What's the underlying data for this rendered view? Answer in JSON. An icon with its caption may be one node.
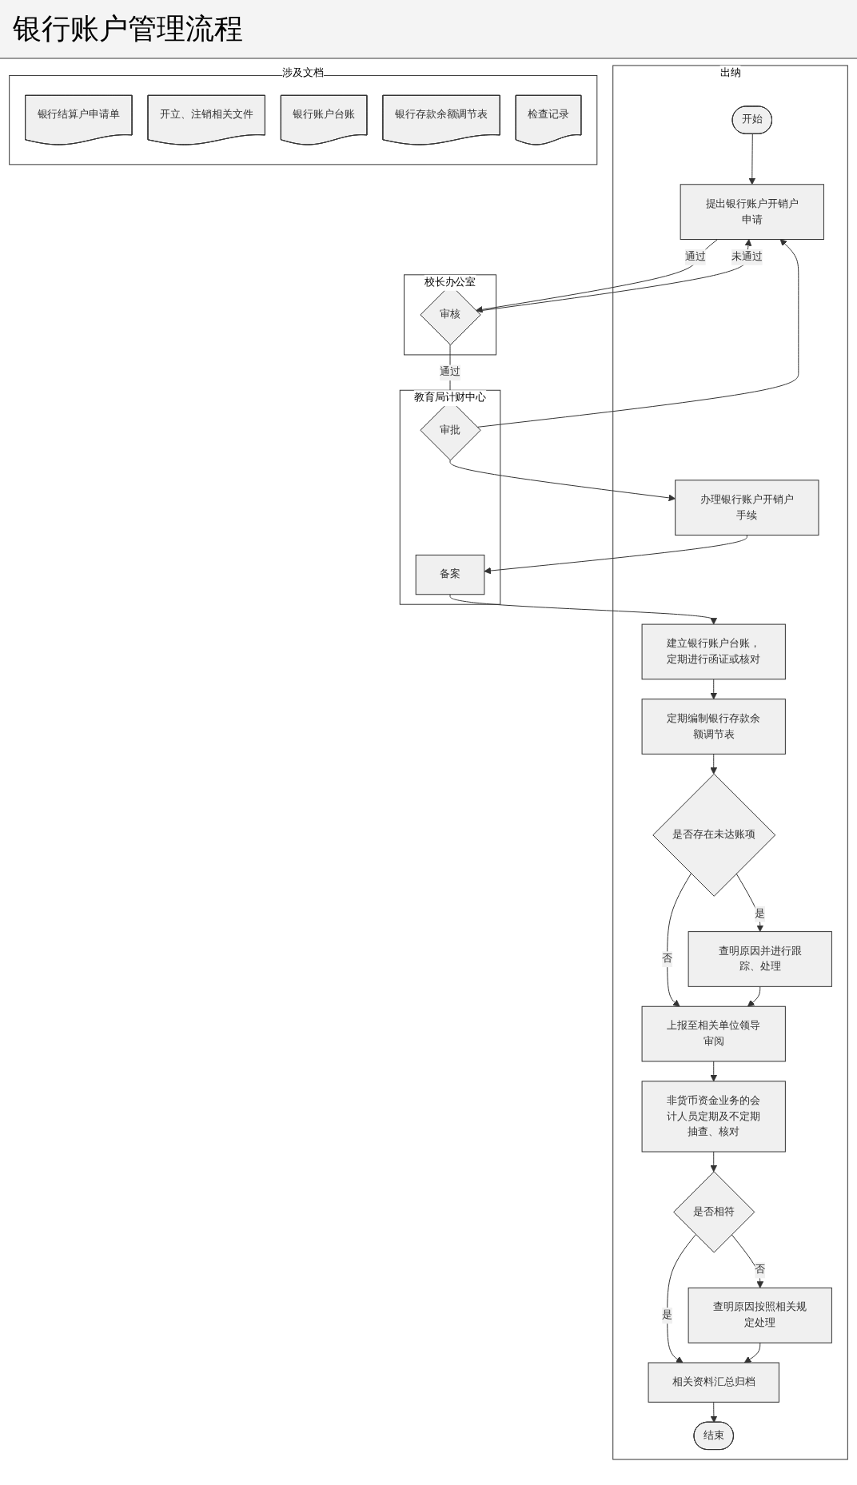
{
  "diagram": {
    "title": "银行账户管理流程",
    "nodes": [
      {
        "text": [
          "出纳"
        ]
      },
      {
        "text": [
          "校长办公室"
        ]
      },
      {
        "text": [
          "教育局计财中心"
        ]
      },
      {
        "text": [
          "涉及文档"
        ]
      },
      {
        "text": [
          "开始"
        ],
        "in": 0
      },
      {
        "text": [
          "提出银行账户开销户申请"
        ],
        "in": 0
      },
      {
        "text": [
          "审核"
        ],
        "in": 1
      },
      {
        "text": [
          "审批"
        ],
        "in": 2
      },
      {
        "text": [
          "办理银行账户开销户手续"
        ],
        "in": 0
      },
      {
        "text": [
          "备案"
        ],
        "in": 2
      },
      {
        "text": [
          "建立银行账户台账，定期进行函证或核对"
        ],
        "in": 0
      },
      {
        "text": [
          "定期编制银行存款余额调节表"
        ],
        "in": 0
      },
      {
        "text": [
          "是否存在未达账项"
        ],
        "in": 0
      },
      {
        "text": [
          "查明原因并进行跟踪、处理"
        ],
        "in": 0
      },
      {
        "text": [
          "上报至相关单位领导审阅"
        ],
        "in": 0
      },
      {
        "text": [
          "非货币资金业务的会计人员定期及不定期抽查、核对"
        ],
        "in": 0
      },
      {
        "text": [
          "是否相符"
        ],
        "in": 0
      },
      {
        "text": [
          "查明原因按照相关规定处理"
        ],
        "in": 0
      },
      {
        "text": [
          "相关资料汇总归档"
        ],
        "in": 0
      },
      {
        "text": [
          "结束"
        ],
        "in": 0
      },
      {
        "text": [
          "银行结算户申请单"
        ],
        "in": 3
      },
      {
        "text": [
          "开立、注销相关文件"
        ],
        "in": 3
      },
      {
        "text": [
          "银行账户台账"
        ],
        "in": 3
      },
      {
        "text": [
          "银行存款余额调节表"
        ],
        "in": 3
      },
      {
        "text": [
          "检查记录"
        ],
        "in": 3
      }
    ],
    "edges": [
      {
        "from": 4,
        "to": 5,
        "arrow": "to"
      },
      {
        "from": 5,
        "to": 6,
        "arrow": "to",
        "label": "通过"
      },
      {
        "from": 6,
        "to": 5,
        "arrow": "to",
        "label": "未通过"
      },
      {
        "from": 6,
        "to": 7,
        "arrow": "to",
        "label": "通过"
      },
      {
        "from": 7,
        "to": 5,
        "arrow": "to"
      },
      {
        "from": 7,
        "to": 8,
        "arrow": "to"
      },
      {
        "from": 8,
        "to": 9,
        "arrow": "to"
      },
      {
        "from": 9,
        "to": 10,
        "arrow": "to"
      },
      {
        "from": 10,
        "to": 11,
        "arrow": "to"
      },
      {
        "from": 11,
        "to": 12,
        "arrow": "to"
      },
      {
        "from": 12,
        "to": 13,
        "arrow": "to",
        "label": "是"
      },
      {
        "from": 12,
        "to": 14,
        "arrow": "to",
        "label": "否"
      },
      {
        "from": 13,
        "to": 14,
        "arrow": "to"
      },
      {
        "from": 14,
        "to": 15,
        "arrow": "to"
      },
      {
        "from": 15,
        "to": 16,
        "arrow": "to"
      },
      {
        "from": 16,
        "to": 17,
        "arrow": "to",
        "label": "否"
      },
      {
        "from": 16,
        "to": 18,
        "arrow": "to",
        "label": "是"
      },
      {
        "from": 17,
        "to": 18,
        "arrow": "to"
      },
      {
        "from": 18,
        "to": 19,
        "arrow": "to"
      }
    ]
  }
}
